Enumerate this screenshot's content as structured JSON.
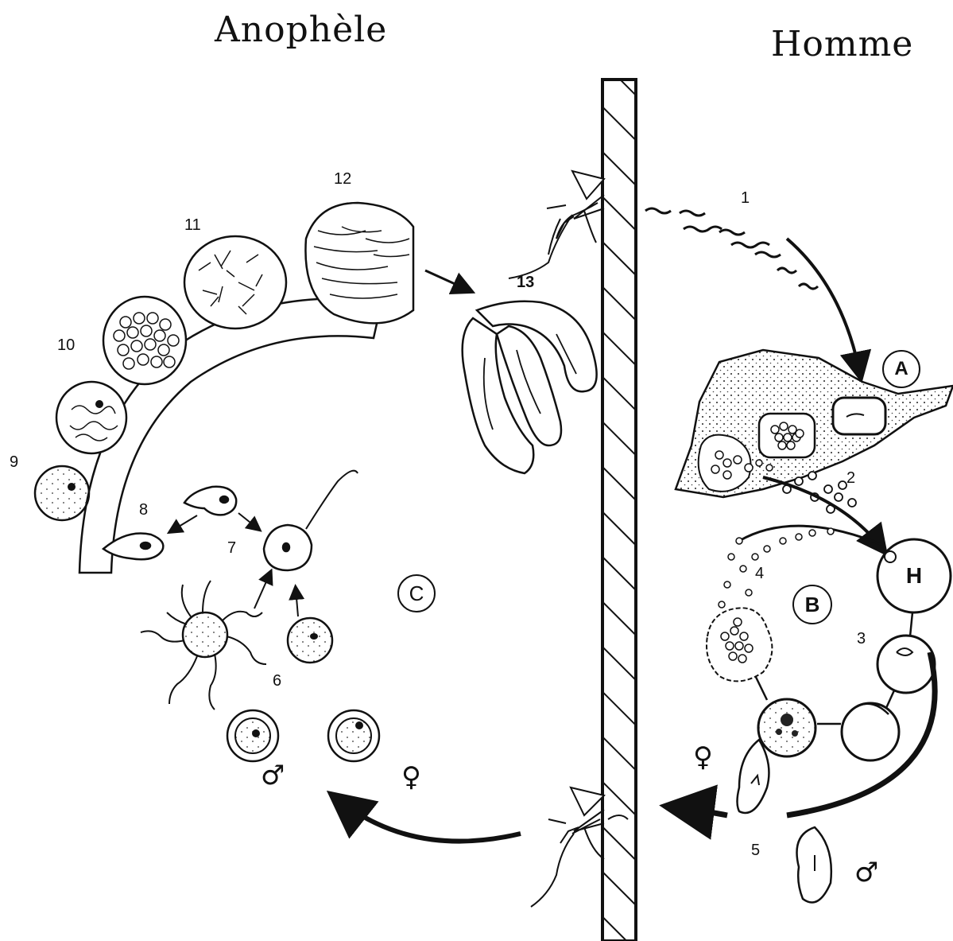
{
  "titles": {
    "left": "Anophèle",
    "right": "Homme"
  },
  "stage_labels": {
    "s1": "1",
    "s2": "2",
    "s3": "3",
    "s4": "4",
    "s5": "5",
    "s6": "6",
    "s7": "7",
    "s8": "8",
    "s9": "9",
    "s10": "10",
    "s11": "11",
    "s12": "12",
    "s13": "13"
  },
  "circle_labels": {
    "A": "A",
    "B": "B",
    "C": "C",
    "H": "H"
  },
  "sex_symbols": {
    "female": "♀",
    "male": "♂"
  }
}
